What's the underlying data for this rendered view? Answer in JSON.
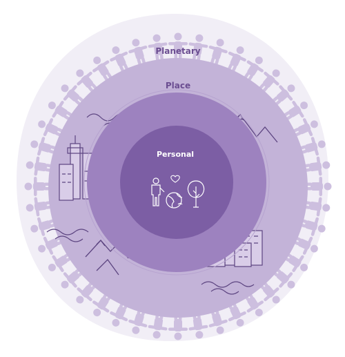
{
  "labels": {
    "planetary": "Planetary",
    "place": "Place",
    "personal": "Personal"
  },
  "colors": {
    "background": "#ffffff",
    "planetary_ring": "#f1eef6",
    "people_chain": "#cdbfdf",
    "place_ring": "#c3b3d8",
    "inner_disc": "#9d82bf",
    "personal_core": "#7c5ea4",
    "label_dark": "#6b4d91",
    "label_light": "#ffffff",
    "line_art": "#5c4480"
  },
  "icons": {
    "core": [
      "heart-icon",
      "person-icon",
      "globe-icon",
      "tree-icon"
    ],
    "place": [
      "city-icon",
      "mountain-icon",
      "wave-icon",
      "building-icon"
    ]
  }
}
